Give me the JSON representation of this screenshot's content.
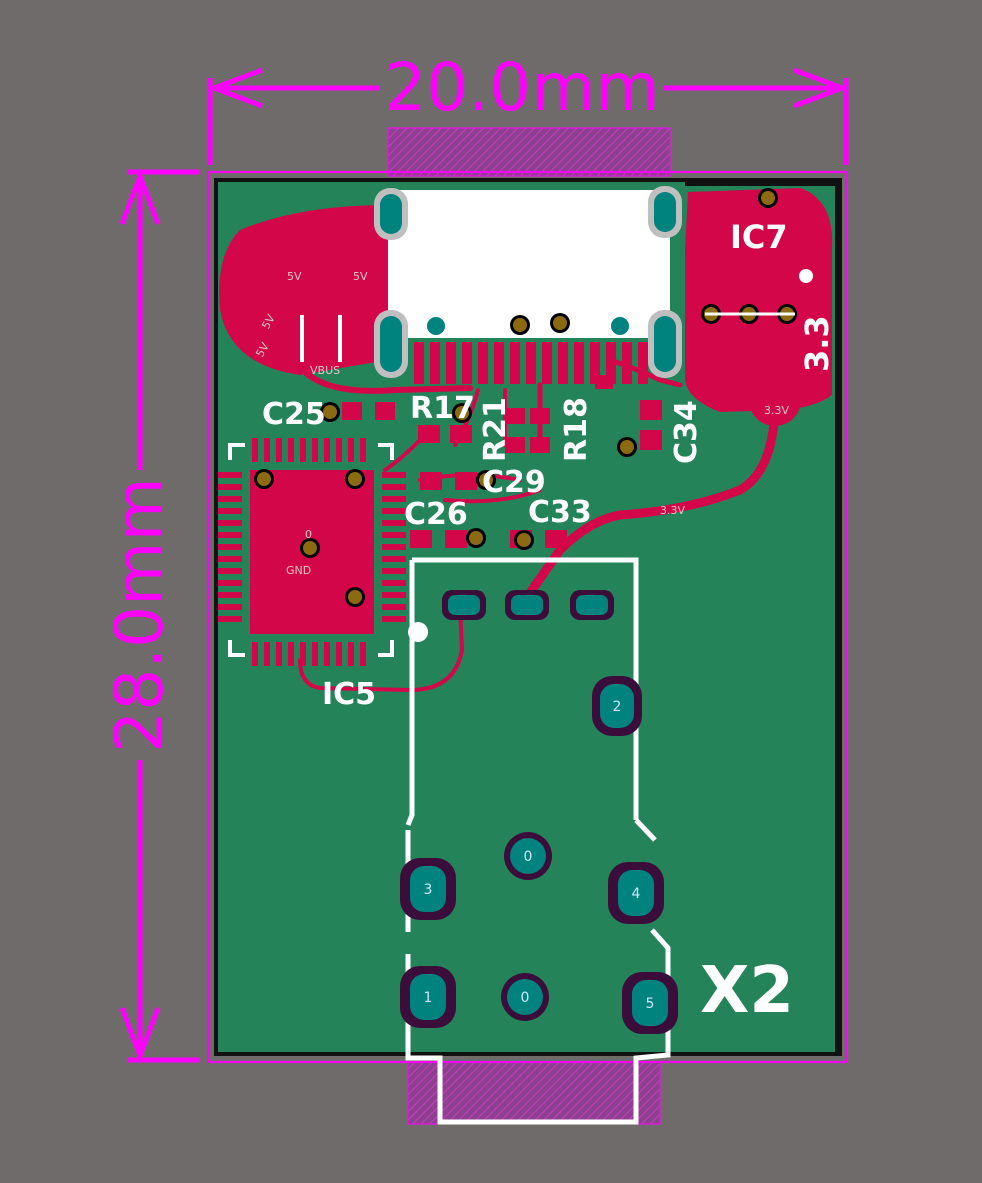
{
  "dimensions": {
    "width_label": "20.0mm",
    "height_label": "28.0mm"
  },
  "designators": {
    "ic7": "IC7",
    "ic5": "IC5",
    "c25": "C25",
    "r17": "R17",
    "r21": "R21",
    "r18": "R18",
    "c34": "C34",
    "c29": "C29",
    "c26": "C26",
    "c33": "C33",
    "x2": "X2",
    "v33": "3.3"
  },
  "net_labels": {
    "five_v": "5V",
    "gnd": "GND",
    "vbus": "VBUS",
    "v33": "3.3V",
    "zero": "0",
    "pad1": "1",
    "pad2": "2",
    "pad3": "3",
    "pad4": "4",
    "pad5": "5",
    "trace_33": "3.3V"
  },
  "colors": {
    "background": "#706b6b",
    "board": "#25835a",
    "copper": "#d3064a",
    "silkscreen": "#ffffff",
    "dimension": "#ff00ff",
    "pad_teal": "#00827e",
    "via": "#8c6a12"
  }
}
